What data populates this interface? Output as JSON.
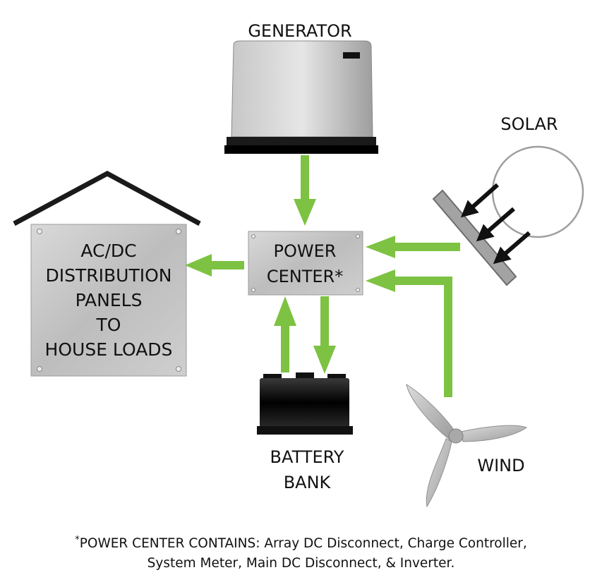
{
  "labels": {
    "generator": "GENERATOR",
    "solar": "SOLAR",
    "power_center": [
      "POWER",
      "CENTER*"
    ],
    "distribution": [
      "AC/DC",
      "DISTRIBUTION",
      "PANELS",
      "TO",
      "HOUSE LOADS"
    ],
    "battery": [
      "BATTERY",
      "BANK"
    ],
    "wind": "WIND"
  },
  "footnote": {
    "mark": "*",
    "line1": "POWER CENTER CONTAINS:  Array DC Disconnect, Charge Controller,",
    "line2": "System Meter, Main DC Disconnect, & Inverter."
  },
  "colors": {
    "arrow": "#7dc242",
    "panel": "#c9c9c9",
    "roof": "#1a1a1a",
    "solar_arrow": "#111111"
  },
  "icons": [
    "generator-icon",
    "solar-panel-icon",
    "sun-circle-icon",
    "battery-icon",
    "wind-turbine-icon",
    "house-roof-icon"
  ]
}
